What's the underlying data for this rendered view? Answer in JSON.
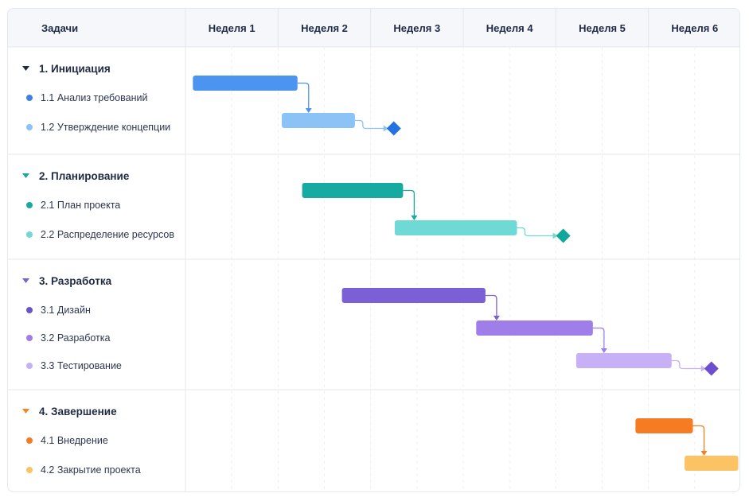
{
  "chart_data": {
    "type": "gantt",
    "header": {
      "tasks_column": "Задачи",
      "weeks": [
        "Неделя 1",
        "Неделя 2",
        "Неделя 3",
        "Неделя 4",
        "Неделя 5",
        "Неделя 6"
      ]
    },
    "groups": [
      {
        "name": "1. Инициация",
        "color": "#1f2a44",
        "tasks": [
          {
            "name": "1.1 Анализ требований",
            "start": 0.08,
            "end": 1.21,
            "color": "#4b95f0",
            "dot": "#3d82e0"
          },
          {
            "name": "1.2 Утверждение концепции",
            "start": 1.04,
            "end": 1.83,
            "color": "#8cc3f7",
            "dot": "#8cc3f7"
          }
        ],
        "milestone": {
          "at": 2.25,
          "color": "#2372e2"
        }
      },
      {
        "name": "2. Планирование",
        "color": "#17a9a0",
        "tasks": [
          {
            "name": "2.1 План проекта",
            "start": 1.26,
            "end": 2.35,
            "color": "#17aaa1",
            "dot": "#17aaa1"
          },
          {
            "name": "2.2 Распределение ресурсов",
            "start": 2.26,
            "end": 3.58,
            "color": "#6fd9d5",
            "dot": "#6fd9d5"
          }
        ],
        "milestone": {
          "at": 4.08,
          "color": "#0fa79b"
        }
      },
      {
        "name": "3. Разработка",
        "color": "#7a62cf",
        "tasks": [
          {
            "name": "3.1 Дизайн",
            "start": 1.69,
            "end": 3.24,
            "color": "#7b5fd6",
            "dot": "#6b55c6"
          },
          {
            "name": "3.2 Разработка",
            "start": 3.14,
            "end": 4.4,
            "color": "#a07eea",
            "dot": "#a07eea"
          },
          {
            "name": "3.3 Тестирование",
            "start": 4.22,
            "end": 5.25,
            "color": "#c8b0f7",
            "dot": "#c8b0f7"
          }
        ],
        "milestone": {
          "at": 5.68,
          "color": "#6c4fcf"
        }
      },
      {
        "name": "4. Завершение",
        "color": "#e88a2c",
        "tasks": [
          {
            "name": "4.1 Внедрение",
            "start": 4.86,
            "end": 5.48,
            "color": "#f57c22",
            "dot": "#f57c22"
          },
          {
            "name": "4.2 Закрытие проекта",
            "start": 5.39,
            "end": 5.97,
            "color": "#fbc363",
            "dot": "#fbc363"
          }
        ]
      }
    ],
    "dependency_color": "#5aa7e4"
  }
}
